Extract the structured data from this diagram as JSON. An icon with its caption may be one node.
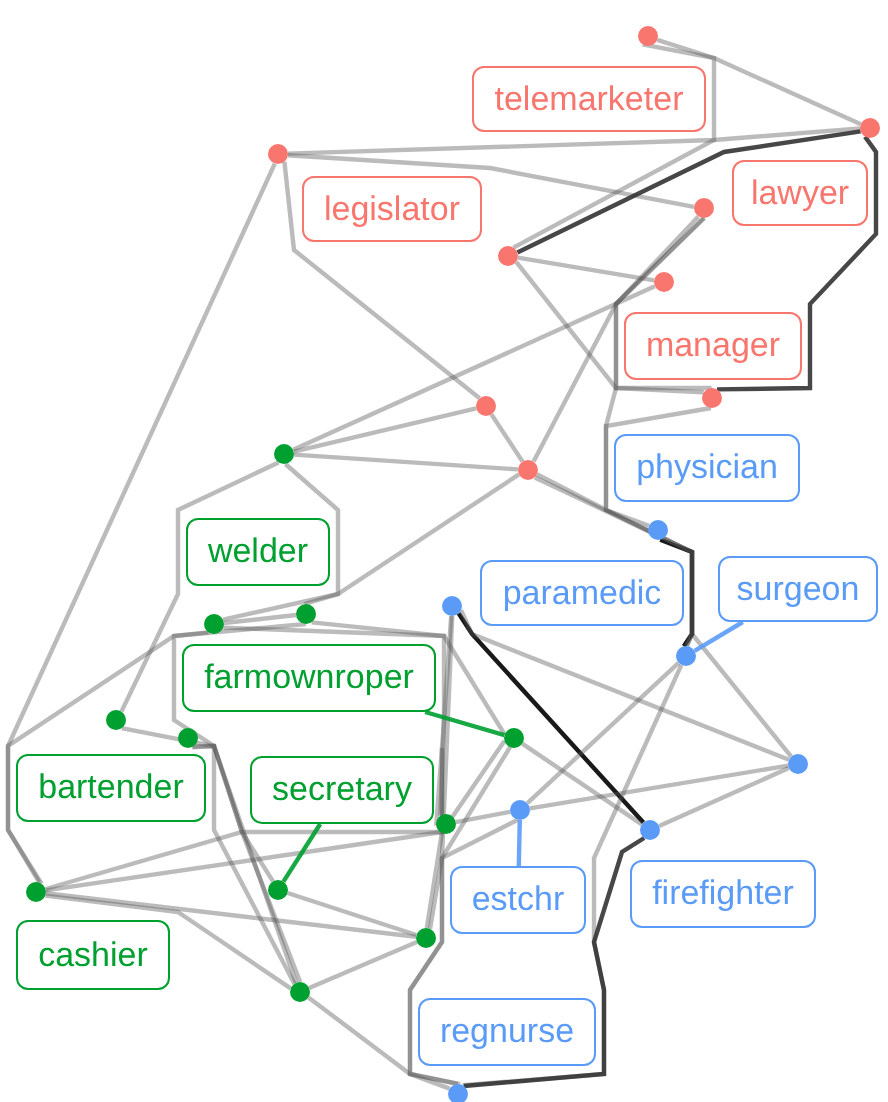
{
  "diagram": {
    "nodes": [
      {
        "text": [
          "telemarketer"
        ]
      },
      {
        "text": [
          "legislator"
        ]
      },
      {
        "text": [
          "lawyer"
        ]
      },
      {
        "text": [
          "manager"
        ]
      },
      {
        "text": [
          "physician"
        ]
      },
      {
        "text": [
          "paramedic"
        ]
      },
      {
        "text": [
          "surgeon"
        ]
      },
      {
        "text": [
          "welder"
        ]
      },
      {
        "text": [
          "farmownroper"
        ]
      },
      {
        "text": [
          "bartender"
        ]
      },
      {
        "text": [
          "secretary"
        ]
      },
      {
        "text": [
          "cashier"
        ]
      },
      {
        "text": [
          "estchr"
        ]
      },
      {
        "text": [
          "firefighter"
        ]
      },
      {
        "text": [
          "regnurse"
        ]
      },
      {
        "text": [],
        "shape": "circle"
      },
      {
        "text": [],
        "shape": "circle"
      },
      {
        "text": [],
        "shape": "circle"
      },
      {
        "text": [],
        "shape": "circle"
      },
      {
        "text": [],
        "shape": "circle"
      },
      {
        "text": [],
        "shape": "circle"
      },
      {
        "text": [],
        "shape": "circle"
      },
      {
        "text": [],
        "shape": "circle"
      },
      {
        "text": [],
        "shape": "circle"
      },
      {
        "text": [],
        "shape": "circle"
      },
      {
        "text": [],
        "shape": "circle"
      },
      {
        "text": [],
        "shape": "circle"
      },
      {
        "text": [],
        "shape": "circle"
      },
      {
        "text": [],
        "shape": "circle"
      },
      {
        "text": [],
        "shape": "circle"
      },
      {
        "text": [],
        "shape": "circle"
      },
      {
        "text": [],
        "shape": "circle"
      },
      {
        "text": [],
        "shape": "circle"
      },
      {
        "text": [],
        "shape": "circle"
      },
      {
        "text": [],
        "shape": "circle"
      },
      {
        "text": [],
        "shape": "circle"
      },
      {
        "text": [],
        "shape": "circle"
      },
      {
        "text": [],
        "shape": "circle"
      },
      {
        "text": [],
        "shape": "circle"
      },
      {
        "text": [],
        "shape": "circle"
      },
      {
        "text": [],
        "shape": "circle"
      },
      {
        "text": [],
        "shape": "circle"
      }
    ],
    "edges": [
      {
        "from": 15,
        "to": 16,
        "arrow": "none"
      },
      {
        "from": 15,
        "to": 19,
        "arrow": "none"
      },
      {
        "from": 17,
        "to": 16,
        "arrow": "none"
      },
      {
        "from": 17,
        "to": 18,
        "arrow": "none"
      },
      {
        "from": 17,
        "to": 22,
        "arrow": "none"
      },
      {
        "from": 17,
        "to": 31,
        "arrow": "none"
      },
      {
        "from": 19,
        "to": 16,
        "arrow": "none",
        "color": "#333333"
      },
      {
        "from": 19,
        "to": 20,
        "arrow": "none"
      },
      {
        "from": 19,
        "to": 21,
        "arrow": "none"
      },
      {
        "from": 18,
        "to": 21,
        "arrow": "none"
      },
      {
        "from": 16,
        "to": 21,
        "arrow": "none",
        "color": "#333333"
      },
      {
        "from": 18,
        "to": 23,
        "arrow": "none"
      },
      {
        "from": 20,
        "to": 24,
        "arrow": "none"
      },
      {
        "from": 22,
        "to": 23,
        "arrow": "none"
      },
      {
        "from": 22,
        "to": 24,
        "arrow": "none"
      },
      {
        "from": 23,
        "to": 25,
        "arrow": "none"
      },
      {
        "from": 23,
        "to": 24,
        "arrow": "none"
      },
      {
        "from": 23,
        "to": 36,
        "arrow": "none"
      },
      {
        "from": 23,
        "to": 38,
        "arrow": "none"
      },
      {
        "from": 24,
        "to": 27,
        "arrow": "none"
      },
      {
        "from": 24,
        "to": 26,
        "arrow": "none"
      },
      {
        "from": 25,
        "to": 26,
        "arrow": "none"
      },
      {
        "from": 25,
        "to": 31,
        "arrow": "none"
      },
      {
        "from": 28,
        "to": 34,
        "arrow": "none"
      },
      {
        "from": 26,
        "to": 34,
        "arrow": "none"
      },
      {
        "from": 31,
        "to": 30,
        "arrow": "none"
      },
      {
        "from": 31,
        "to": 33,
        "arrow": "none"
      },
      {
        "from": 31,
        "to": 34,
        "arrow": "none"
      },
      {
        "from": 31,
        "to": 29,
        "arrow": "none"
      },
      {
        "from": 32,
        "to": 33,
        "arrow": "none"
      },
      {
        "from": 34,
        "to": 41,
        "arrow": "none"
      },
      {
        "from": 34,
        "to": 33,
        "arrow": "none"
      },
      {
        "from": 29,
        "to": 33,
        "arrow": "none"
      },
      {
        "from": 35,
        "to": 40,
        "arrow": "none",
        "color": "#000000"
      },
      {
        "from": 35,
        "to": 41,
        "arrow": "none"
      },
      {
        "from": 35,
        "to": 38,
        "arrow": "none"
      },
      {
        "from": 35,
        "to": 33,
        "arrow": "none"
      },
      {
        "from": 36,
        "to": 37,
        "arrow": "none",
        "color": "#000000"
      },
      {
        "from": 37,
        "to": 41,
        "arrow": "none"
      },
      {
        "from": 40,
        "to": 41,
        "arrow": "none",
        "color": "#333333"
      },
      {
        "from": 39,
        "to": 41,
        "arrow": "none"
      },
      {
        "from": 39,
        "to": 38,
        "arrow": "none"
      },
      {
        "from": 40,
        "to": 38,
        "arrow": "none"
      },
      {
        "from": 37,
        "to": 39,
        "arrow": "none"
      },
      {
        "from": 29,
        "to": 40,
        "arrow": "none"
      },
      {
        "from": 30,
        "to": 39,
        "arrow": "none"
      },
      {
        "from": 21,
        "to": 37,
        "arrow": "none"
      },
      {
        "from": 18,
        "to": 37,
        "arrow": "none"
      },
      {
        "from": 26,
        "to": 30,
        "arrow": "none"
      },
      {
        "from": 25,
        "to": 29,
        "arrow": "none"
      },
      {
        "from": 28,
        "to": 32,
        "arrow": "none"
      },
      {
        "from": 27,
        "to": 34,
        "arrow": "none"
      },
      {
        "from": 8,
        "to": 29,
        "arrow": "none",
        "color": "#00a030"
      },
      {
        "from": 10,
        "to": 32,
        "arrow": "none",
        "color": "#00a030"
      },
      {
        "from": 12,
        "to": 39,
        "arrow": "none",
        "color": "#5b9bf8"
      },
      {
        "from": 6,
        "to": 37,
        "arrow": "none",
        "color": "#5b9bf8"
      }
    ]
  }
}
